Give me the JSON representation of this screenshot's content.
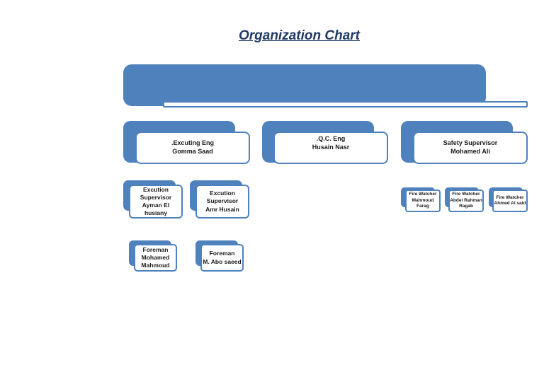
{
  "title": "Organization Chart",
  "top": {
    "line1": "",
    "line2": ""
  },
  "executing_eng": {
    "line1": ".Excuting Eng",
    "line2": "Gomma Saad"
  },
  "qc_eng": {
    "line1": ".Q.C. Eng",
    "line2": "Husain Nasr"
  },
  "safety": {
    "line1": "Safety Supervisor",
    "line2": "Mohamed Ali"
  },
  "exec_sup_1": {
    "line1": "Excution",
    "line2": "Supervisor",
    "line3": "Ayman El husiany"
  },
  "exec_sup_2": {
    "line1": "Excution",
    "line2": "Supervisor",
    "line3": "Amr Husain"
  },
  "foreman_1": {
    "line1": "Foreman",
    "line2": "Mohamed",
    "line3": "Mahmoud"
  },
  "foreman_2": {
    "line1": "Foreman",
    "line2": "M. Abo saeed"
  },
  "fire_1": {
    "line1": "Fire Watcher",
    "line2": "Mahmoud",
    "line3": "Farag"
  },
  "fire_2": {
    "line1": "Fire Watcher",
    "line2": "Abdel Rahman",
    "line3": "Ragab"
  },
  "fire_3": {
    "line1": "Fire Watcher",
    "line2": "Ahmed Al said"
  },
  "colors": {
    "accent": "#4f81bd",
    "title": "#1f3864"
  }
}
